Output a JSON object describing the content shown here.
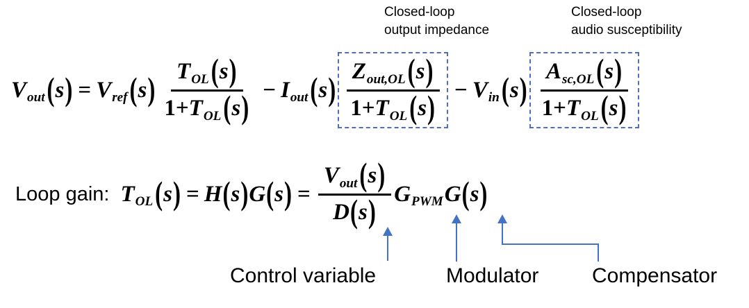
{
  "colors": {
    "accent_blue": "#4472C4",
    "box_border": "#4f6cc8",
    "text": "#000000"
  },
  "top_labels": {
    "output_impedance": {
      "line1": "Closed-loop",
      "line2": "output impedance"
    },
    "audio_susceptibility": {
      "line1": "Closed-loop",
      "line2": "audio susceptibility"
    }
  },
  "symbols": {
    "lparen": "(",
    "rparen": ")",
    "equals": "=",
    "minus": "−",
    "one_plus": "1+",
    "s": "s"
  },
  "eq_output": {
    "v_out": {
      "base": "V",
      "sub": "out"
    },
    "v_ref": {
      "base": "V",
      "sub": "ref"
    },
    "t_ol": {
      "base": "T",
      "sub": "OL"
    },
    "i_out": {
      "base": "I",
      "sub": "out"
    },
    "z_out_ol": {
      "base": "Z",
      "sub": "out,OL"
    },
    "v_in": {
      "base": "V",
      "sub": "in"
    },
    "a_sc_ol": {
      "base": "A",
      "sub": "sc,OL"
    }
  },
  "eq_loop": {
    "label": "Loop gain:",
    "t_ol": {
      "base": "T",
      "sub": "OL"
    },
    "h": {
      "base": "H"
    },
    "g": {
      "base": "G"
    },
    "v_out": {
      "base": "V",
      "sub": "out"
    },
    "d": {
      "base": "D"
    },
    "g_pwm": {
      "base": "G",
      "sub": "PWM"
    }
  },
  "callouts": {
    "control_variable": "Control variable",
    "modulator": "Modulator",
    "compensator": "Compensator"
  }
}
